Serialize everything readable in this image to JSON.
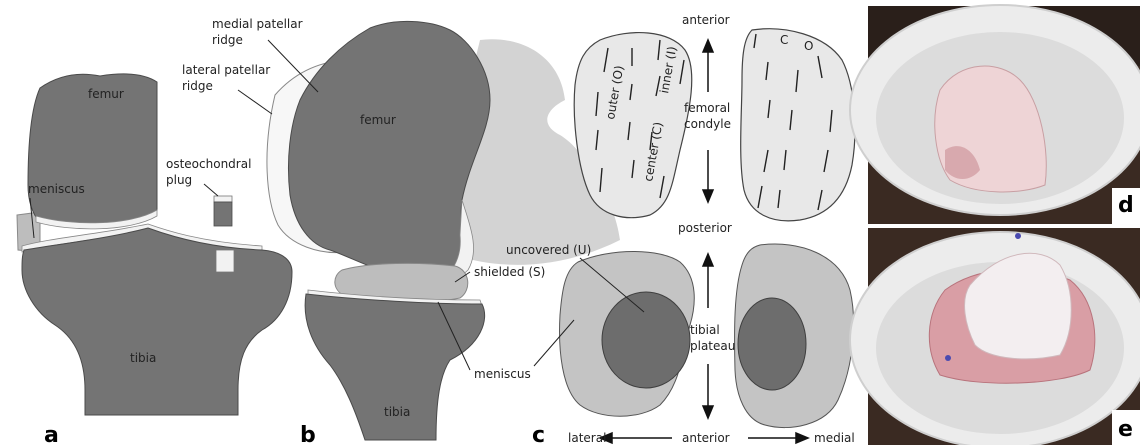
{
  "panel_letters": {
    "a": "a",
    "b": "b",
    "c": "c",
    "d": "d",
    "e": "e"
  },
  "panel_a": {
    "femur": "femur",
    "meniscus": "meniscus",
    "tibia": "tibia",
    "plug_line1": "osteochondral",
    "plug_line2": "plug"
  },
  "panel_b": {
    "medial_ridge_line1": "medial patellar",
    "medial_ridge_line2": "ridge",
    "lateral_ridge_line1": "lateral patellar",
    "lateral_ridge_line2": "ridge",
    "femur": "femur",
    "shielded": "shielded (S)",
    "meniscus": "meniscus",
    "tibia": "tibia"
  },
  "panel_c": {
    "anterior_top": "anterior",
    "femoral_line1": "femoral",
    "femoral_line2": "condyle",
    "posterior": "posterior",
    "tibial_line1": "tibial",
    "tibial_line2": "plateau",
    "uncovered": "uncovered (U)",
    "lateral": "lateral",
    "anterior_bottom": "anterior",
    "medial": "medial",
    "outer": "outer (O)",
    "inner": "inner (I)",
    "center": "center (C)",
    "c_mark": "C",
    "o_mark": "O"
  },
  "colors": {
    "bone": "#747474",
    "bone_stroke": "#4a4a4a",
    "cartilage": "#f2f2f2",
    "meniscus": "#bdbdbd",
    "patella_shadow": "#d3d3d3",
    "plateau_outer": "#c4c4c4",
    "plateau_inner": "#6d6d6d",
    "condyle_fill": "#e8e8e8",
    "photo_bg": "#3a2a22",
    "bowl": "#ececec",
    "tissue": "#e8c6c8"
  }
}
